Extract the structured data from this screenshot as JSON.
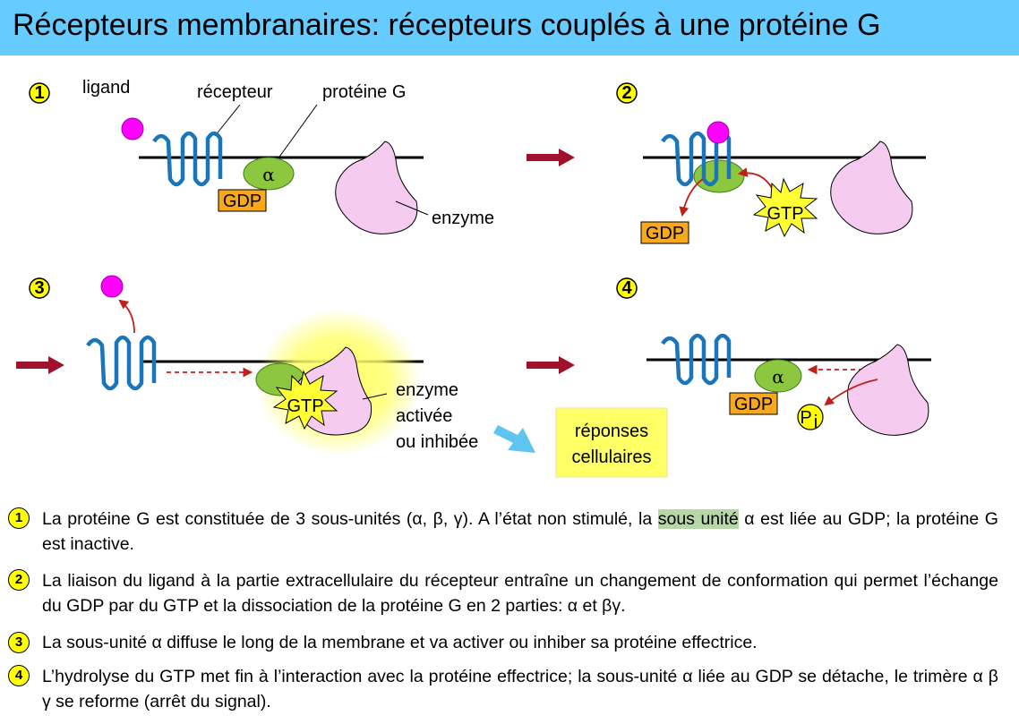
{
  "title": "Récepteurs membranaires: récepteurs couplés à une protéine G",
  "labels": {
    "ligand": "ligand",
    "recepteur": "récepteur",
    "proteine_g": "protéine G",
    "enzyme": "enzyme",
    "enzyme_activee_1": "enzyme",
    "enzyme_activee_2": "activée",
    "enzyme_activee_3": "ou inhibée",
    "reponses_1": "réponses",
    "reponses_2": "cellulaires",
    "gdp": "GDP",
    "gtp": "GTP",
    "alpha": "α",
    "pi_p": "P",
    "pi_i": "i"
  },
  "steps": [
    "1",
    "2",
    "3",
    "4"
  ],
  "descriptions": [
    {
      "num": "1",
      "text_before": "La protéine G est constituée de 3 sous-unités (α, β, γ). A l’état non stimulé, la ",
      "highlight": "sous unité",
      "text_after": " α est liée au GDP; la protéine G est inactive."
    },
    {
      "num": "2",
      "text": "La liaison du ligand à la partie extracellulaire du récepteur entraîne un changement de conformation qui permet l’échange du GDP par du GTP et la dissociation de la protéine G en 2 parties: α et βγ."
    },
    {
      "num": "3",
      "text": "La sous-unité α diffuse le long de la membrane et va activer ou inhiber sa protéine effectrice."
    },
    {
      "num": "4",
      "text": "L’hydrolyse du GTP met fin à l’interaction avec la protéine effectrice; la sous-unité α liée au GDP se détache, le trimère α β γ se reforme (arrêt du signal)."
    }
  ],
  "colors": {
    "title_bg": "#66ccff",
    "receptor": "#1a75bb",
    "ligand": "#ff00ff",
    "g_protein": "#8dc63f",
    "gdp_box": "#f7a81b",
    "enzyme": "#f5ccf0",
    "step_badge": "#ffff00",
    "transition_arrow": "#a0112c",
    "reaction_arrow": "#c0201a",
    "response_box": "#ffff66",
    "blue_arrow": "#5ec4f0",
    "highlight": "#b7d7a8"
  }
}
